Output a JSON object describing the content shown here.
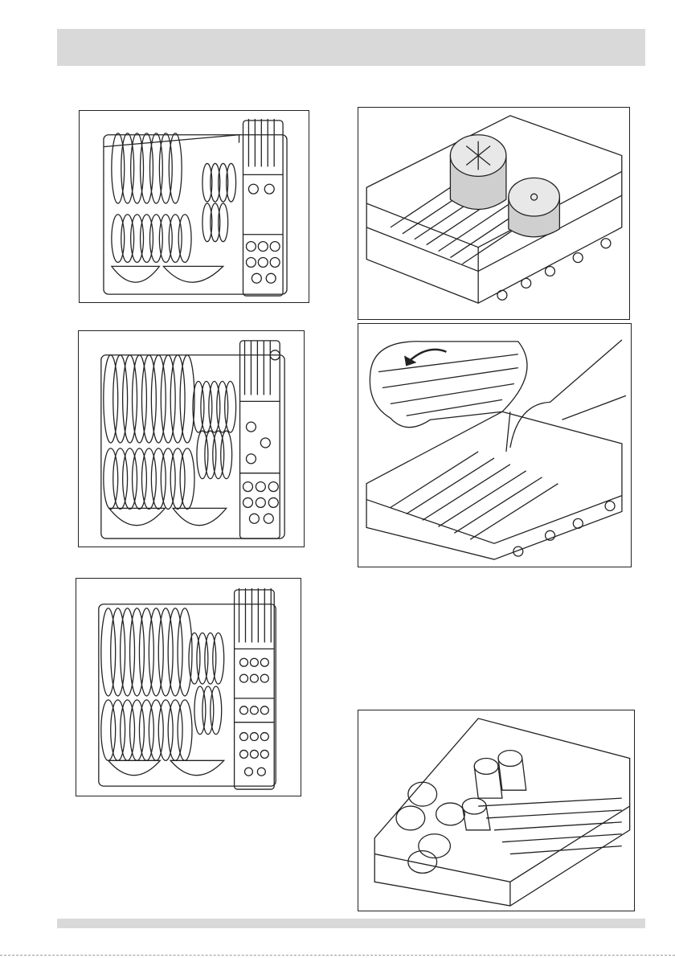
{
  "page": {
    "header_bar_color": "#d9d9d9",
    "footer_bar_color": "#d9d9d9"
  },
  "illustrations": [
    {
      "id": "lower-basket-loading-1",
      "icon": "lower-basket-plates-bowls-cutlery"
    },
    {
      "id": "lower-basket-loading-2",
      "icon": "lower-basket-plates-bowls-cutlery"
    },
    {
      "id": "lower-basket-loading-3",
      "icon": "lower-basket-plates-bowls-cutlery"
    },
    {
      "id": "lower-basket-pots",
      "icon": "basket-with-pots"
    },
    {
      "id": "folding-tines",
      "icon": "hand-folding-tines-with-zoom"
    },
    {
      "id": "upper-basket-cups-glasses",
      "icon": "upper-basket-cups-glasses"
    }
  ]
}
